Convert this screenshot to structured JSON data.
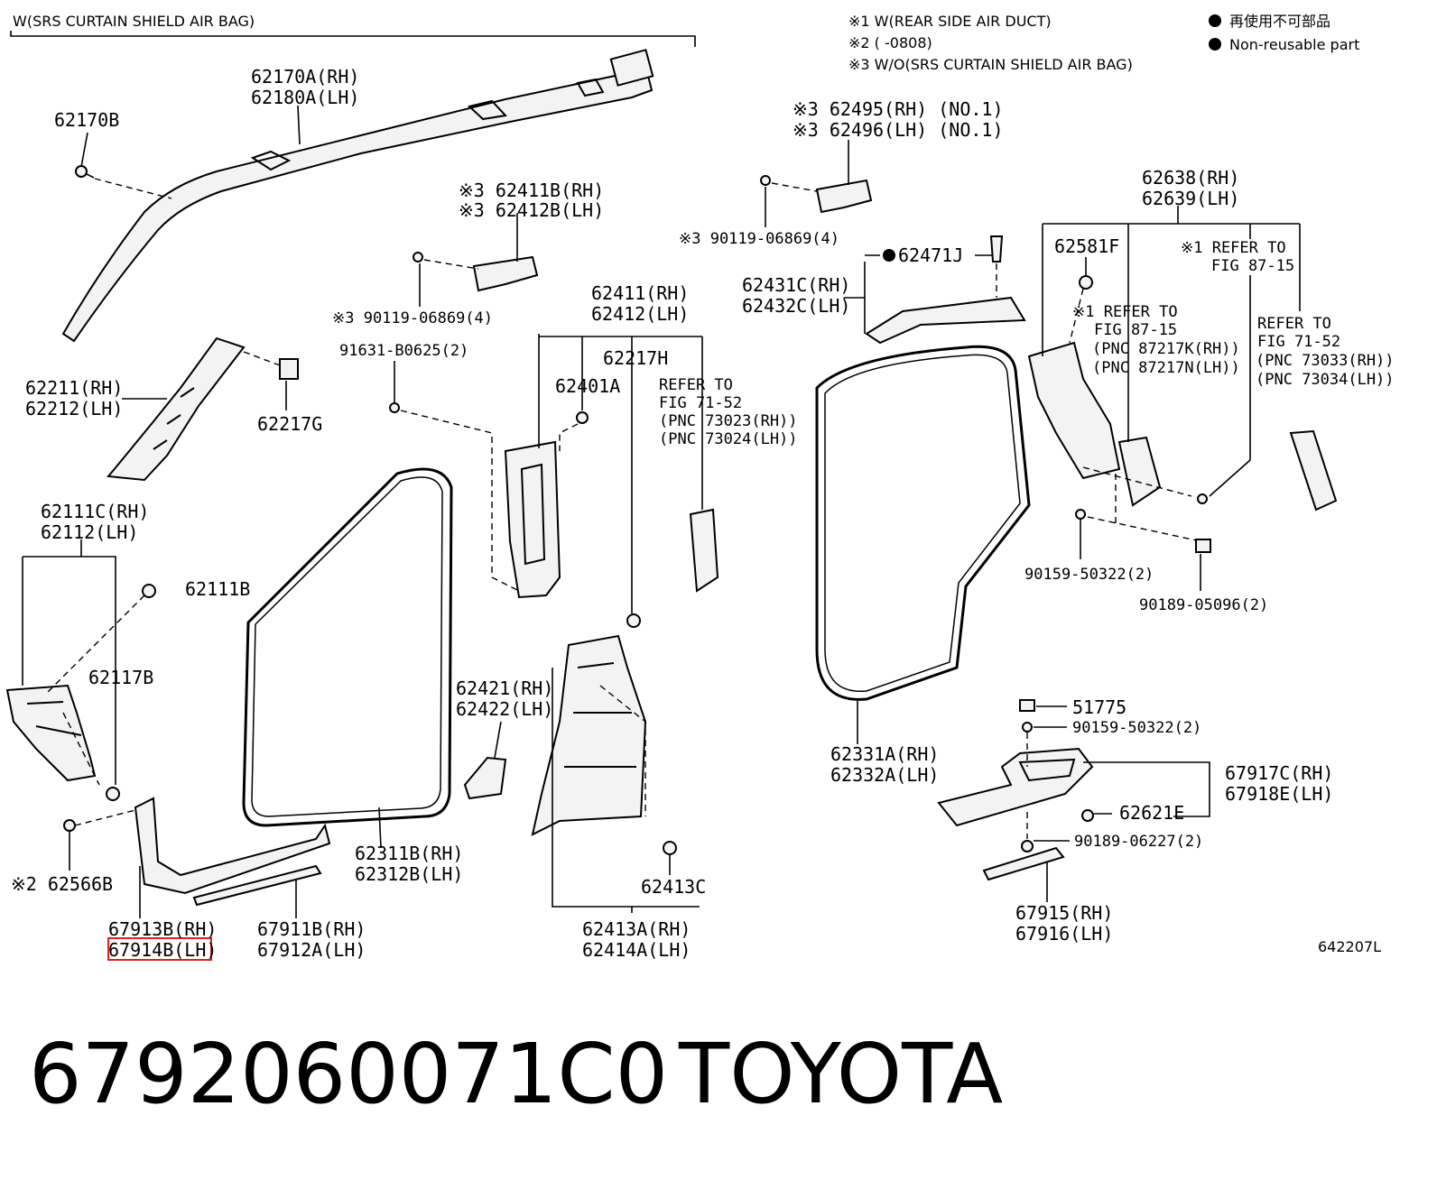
{
  "header": {
    "condition": "W(SRS CURTAIN SHIELD AIR BAG)",
    "notes": [
      "※1  W(REAR SIDE AIR DUCT)",
      "※2  (    -0808)",
      "※3  W/O(SRS CURTAIN SHIELD AIR BAG)"
    ],
    "legend_jp": "再使用不可部品",
    "legend_en": "Non-reusable part"
  },
  "labels": {
    "p62170A": "62170A(RH)",
    "p62180A": "62180A(LH)",
    "p62170B": "62170B",
    "p62411B": "※3 62411B(RH)",
    "p62412B": "※3 62412B(LH)",
    "p90119_a": "※3 90119-06869(4)",
    "p62495": "※3 62495(RH)  (NO.1)",
    "p62496": "※3 62496(LH)  (NO.1)",
    "p90119_b": "※3 90119-06869(4)",
    "p62638": "62638(RH)",
    "p62639": "62639(LH)",
    "p62581F": "62581F",
    "p62471J": "62471J",
    "p62431C": "62431C(RH)",
    "p62432C": "62432C(LH)",
    "ref1_a": "※1 REFER TO",
    "ref1_b": "FIG 87-15",
    "ref2_a": "※1 REFER TO",
    "ref2_b": "FIG 87-15",
    "ref2_c": "(PNC 87217K(RH))",
    "ref2_d": "(PNC 87217N(LH))",
    "ref3_a": "REFER TO",
    "ref3_b": "FIG 71-52",
    "ref3_c": "(PNC 73033(RH))",
    "ref3_d": "(PNC 73034(LH))",
    "p90159_a": "90159-50322(2)",
    "p90189_a": "90189-05096(2)",
    "p62211": "62211(RH)",
    "p62212": "62212(LH)",
    "p62217G": "62217G",
    "p91631": "91631-B0625(2)",
    "p62411": "62411(RH)",
    "p62412": "62412(LH)",
    "p62217H": "62217H",
    "p62401A": "62401A",
    "ref4_a": "REFER TO",
    "ref4_b": "FIG 71-52",
    "ref4_c": "(PNC 73023(RH))",
    "ref4_d": "(PNC 73024(LH))",
    "p62111C": "62111C(RH)",
    "p62112": "62112(LH)",
    "p62111B": "62111B",
    "p62117B": "62117B",
    "p62421": "62421(RH)",
    "p62422": "62422(LH)",
    "p62331A": "62331A(RH)",
    "p62332A": "62332A(LH)",
    "p51775": "51775",
    "p90159_b": "90159-50322(2)",
    "p67917C": "67917C(RH)",
    "p67918E": "67918E(LH)",
    "p62621E": "62621E",
    "p90189_b": "90189-06227(2)",
    "p62566B": "※2 62566B",
    "p62311B": "62311B(RH)",
    "p62312B": "62312B(LH)",
    "p62413C": "62413C",
    "p67913B": "67913B(RH)",
    "p67914B": "67914B(LH)",
    "p67911B": "67911B(RH)",
    "p67912A": "67912A(LH)",
    "p62413A": "62413A(RH)",
    "p62414A": "62414A(LH)",
    "p67915": "67915(RH)",
    "p67916": "67916(LH)",
    "fig_id": "642207L"
  },
  "highlight_part": "67914B(LH)",
  "footer": {
    "part_number": "6792060071C0",
    "brand": "TOYOTA"
  },
  "colors": {
    "highlight": "#e02020",
    "ink": "#000000"
  }
}
